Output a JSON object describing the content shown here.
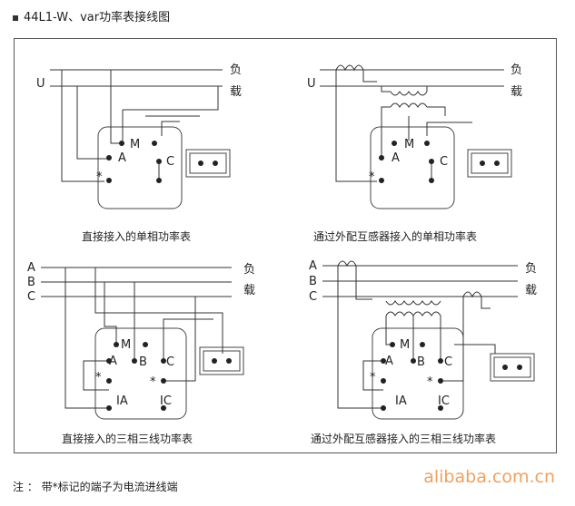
{
  "header": {
    "title": "44L1-W、var功率表接线图"
  },
  "diagrams": [
    {
      "caption": "直接接入的单相功率表",
      "phase_label": "U",
      "load_top": "负",
      "load_bottom": "载",
      "terminals": [
        "M",
        "A",
        "C"
      ],
      "star": "*"
    },
    {
      "caption": "通过外配互感器接入的单相功率表",
      "phase_label": "U",
      "load_top": "负",
      "load_bottom": "载",
      "terminals": [
        "M",
        "A",
        "C"
      ],
      "star": "*"
    },
    {
      "caption": "直接接入的三相三线功率表",
      "phases": [
        "A",
        "B",
        "C"
      ],
      "load_top": "负",
      "load_bottom": "载",
      "terminals": [
        "M",
        "A",
        "B",
        "C"
      ],
      "currents": [
        "IA",
        "IC"
      ],
      "star": "*"
    },
    {
      "caption": "通过外配互感器接入的三相三线功率表",
      "phases": [
        "A",
        "B",
        "C"
      ],
      "load_top": "负",
      "load_bottom": "载",
      "terminals": [
        "M",
        "A",
        "B",
        "C"
      ],
      "currents": [
        "IA",
        "IC"
      ],
      "star": "*"
    }
  ],
  "footer": {
    "note": "注 ： 带*标记的端子为电流进线端"
  },
  "watermark": "alibaba.com.cn",
  "colors": {
    "line": "#333333",
    "watermark": "#f0a060"
  }
}
